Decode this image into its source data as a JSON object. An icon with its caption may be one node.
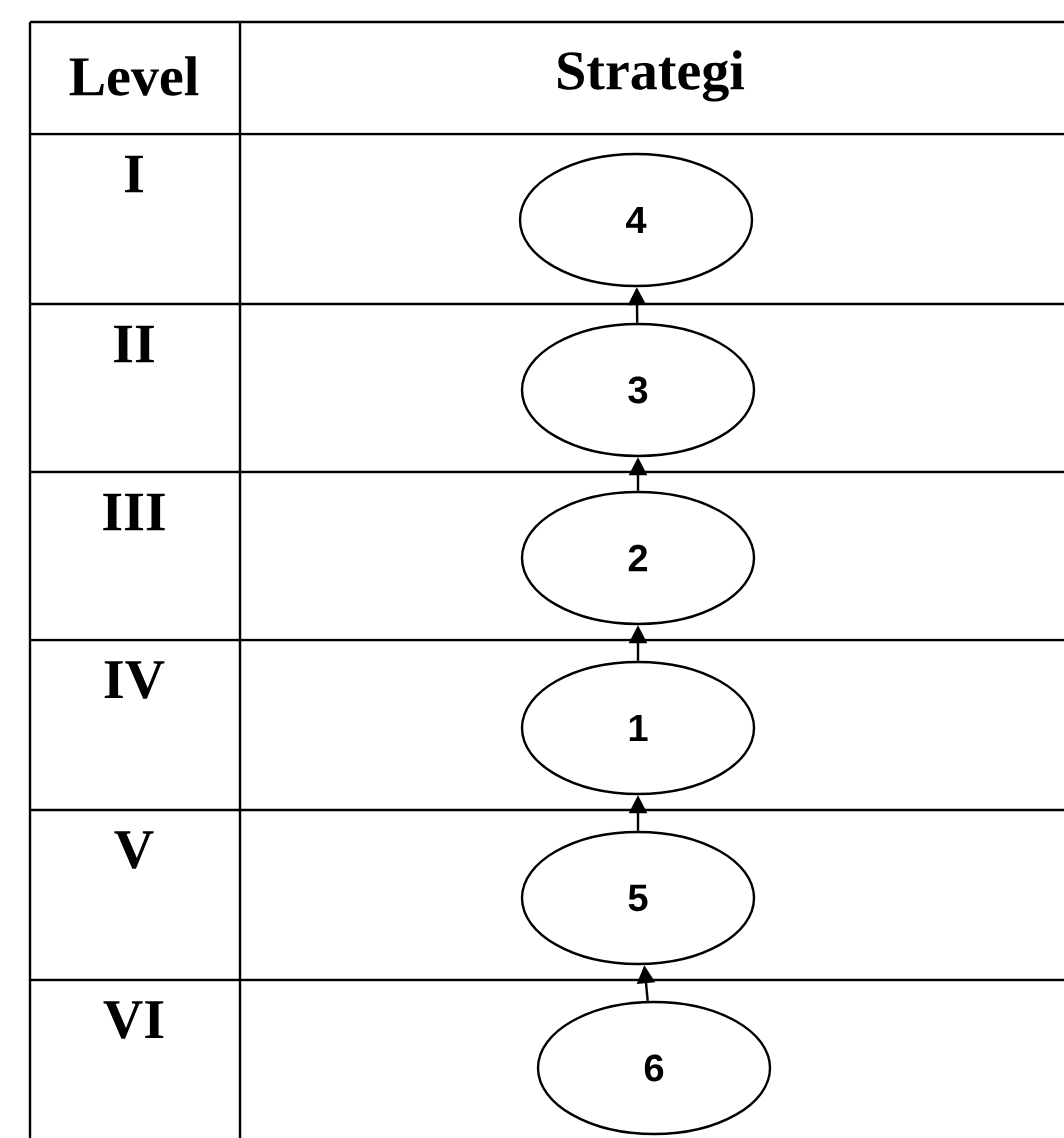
{
  "diagram": {
    "nodes": [
      {
        "text": [
          "4"
        ]
      },
      {
        "text": [
          "3"
        ]
      },
      {
        "text": [
          "2"
        ]
      },
      {
        "text": [
          "1"
        ]
      },
      {
        "text": [
          "5"
        ]
      },
      {
        "text": [
          "6"
        ]
      }
    ],
    "edges": [
      {
        "from": 5,
        "to": 4,
        "arrow": "to"
      },
      {
        "from": 4,
        "to": 3,
        "arrow": "to"
      },
      {
        "from": 3,
        "to": 2,
        "arrow": "to"
      },
      {
        "from": 2,
        "to": 1,
        "arrow": "to"
      },
      {
        "from": 1,
        "to": 0,
        "arrow": "to"
      }
    ],
    "labels": [
      "Level",
      "Strategi",
      "I",
      "II",
      "III",
      "IV",
      "V",
      "VI"
    ]
  }
}
